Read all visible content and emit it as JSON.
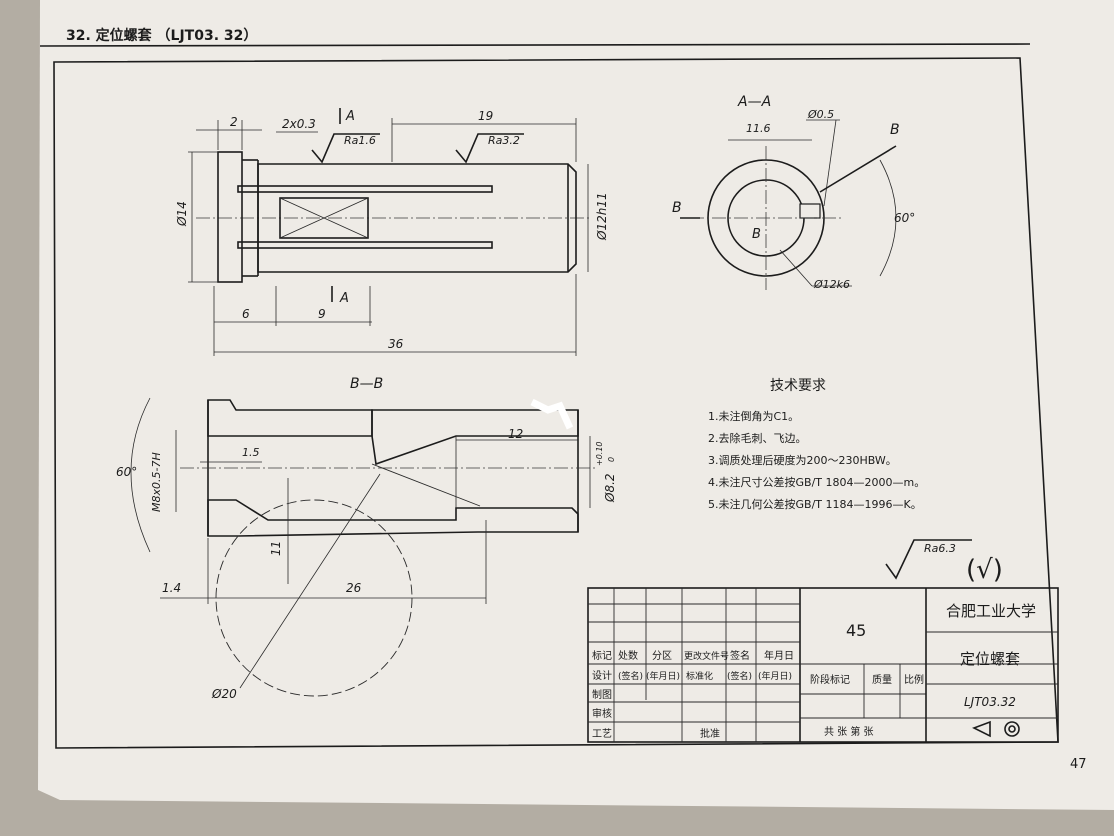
{
  "header": {
    "title": "32.  定位螺套 （LJT03. 32）"
  },
  "page_number": "47",
  "main_view": {
    "dims": {
      "d2": "2",
      "chamfer": "2x0.3",
      "len19": "19",
      "dia14": "Ø14",
      "dia12h11": "Ø12h11",
      "len6": "6",
      "len9": "9",
      "len36": "36"
    },
    "roughness": {
      "ra16": "Ra1.6",
      "ra32": "Ra3.2"
    },
    "section_marks": {
      "a_top": "A",
      "a_bottom": "A"
    }
  },
  "section_aa": {
    "title": "A—A",
    "dims": {
      "len116": "11.6",
      "dia05": "Ø0.5",
      "angle60": "60°",
      "dia12k6": "Ø12k6"
    },
    "marks": {
      "b_top": "B",
      "b_left": "B",
      "b_center": "B"
    }
  },
  "section_bb": {
    "title": "B—B",
    "dims": {
      "angle60": "60°",
      "thread": "M8x0.5-7H",
      "len15": "1.5",
      "len12": "12",
      "dia82": "Ø8.2",
      "tol_upper": "+0.10",
      "tol_lower": "0",
      "len11": "11",
      "len14": "1.4",
      "len26": "26",
      "dia20": "Ø20"
    }
  },
  "tech_requirements": {
    "heading": "技术要求",
    "items": [
      "1.未注倒角为C1。",
      "2.去除毛刺、飞边。",
      "3.调质处理后硬度为200～230HBW。",
      "4.未注尺寸公差按GB/T 1804—2000—m。",
      "5.未注几何公差按GB/T 1184—1996—K。"
    ]
  },
  "general_roughness": {
    "ra": "Ra6.3",
    "check": "(√)"
  },
  "title_block": {
    "material": "45",
    "school": "合肥工业大学",
    "part_name": "定位螺套",
    "drawing_no": "LJT03.32",
    "rev_row": [
      "标记",
      "处数",
      "分区",
      "更改文件号",
      "签名",
      "年月日"
    ],
    "design_row": [
      "设计",
      "(签名)",
      "(年月日)",
      "标准化",
      "(签名)",
      "(年月日)"
    ],
    "stage_labels": [
      "阶段标记",
      "质量",
      "比例"
    ],
    "left_labels": [
      "制图",
      "审核",
      "工艺"
    ],
    "approve": "批准",
    "sheets": "共  张  第  张"
  }
}
